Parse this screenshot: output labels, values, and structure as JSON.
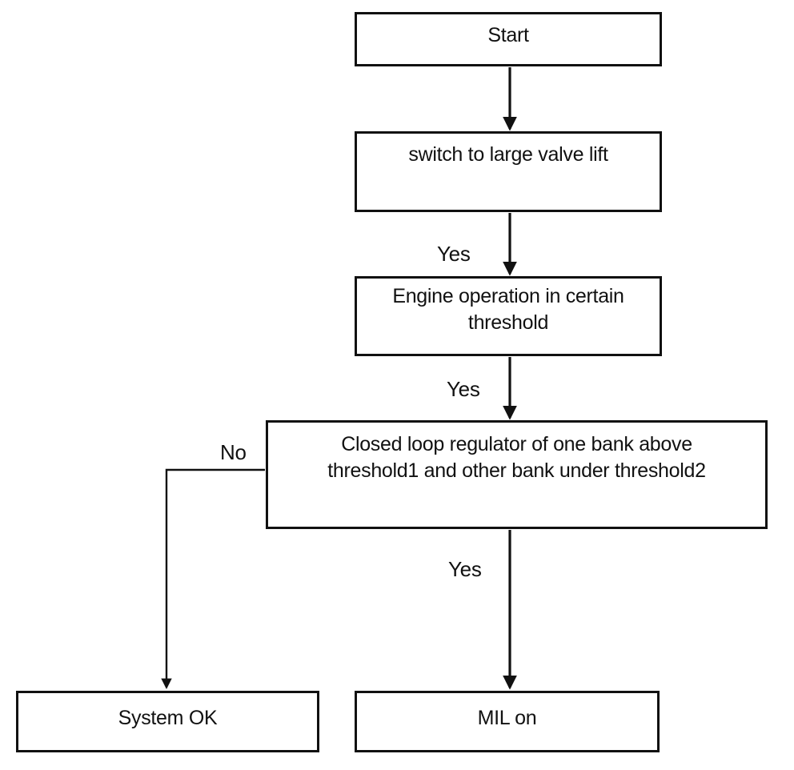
{
  "diagram": {
    "type": "flowchart",
    "background_color": "#ffffff",
    "line_color": "#111111",
    "nodes": [
      {
        "id": "start",
        "shape": "rect",
        "label": "Start"
      },
      {
        "id": "switch",
        "shape": "rect",
        "label": "switch to large valve lift"
      },
      {
        "id": "engine",
        "shape": "rect",
        "label": "Engine operation in certain threshold"
      },
      {
        "id": "closed_loop",
        "shape": "rect",
        "label": "Closed loop regulator of one bank above threshold1 and other bank under threshold2"
      },
      {
        "id": "system_ok",
        "shape": "rect",
        "label": "System OK"
      },
      {
        "id": "mil_on",
        "shape": "rect",
        "label": "MIL on"
      }
    ],
    "edges": [
      {
        "from": "start",
        "to": "switch",
        "label": ""
      },
      {
        "from": "switch",
        "to": "engine",
        "label": "Yes"
      },
      {
        "from": "engine",
        "to": "closed_loop",
        "label": "Yes"
      },
      {
        "from": "closed_loop",
        "to": "mil_on",
        "label": "Yes"
      },
      {
        "from": "closed_loop",
        "to": "system_ok",
        "label": "No"
      }
    ]
  }
}
